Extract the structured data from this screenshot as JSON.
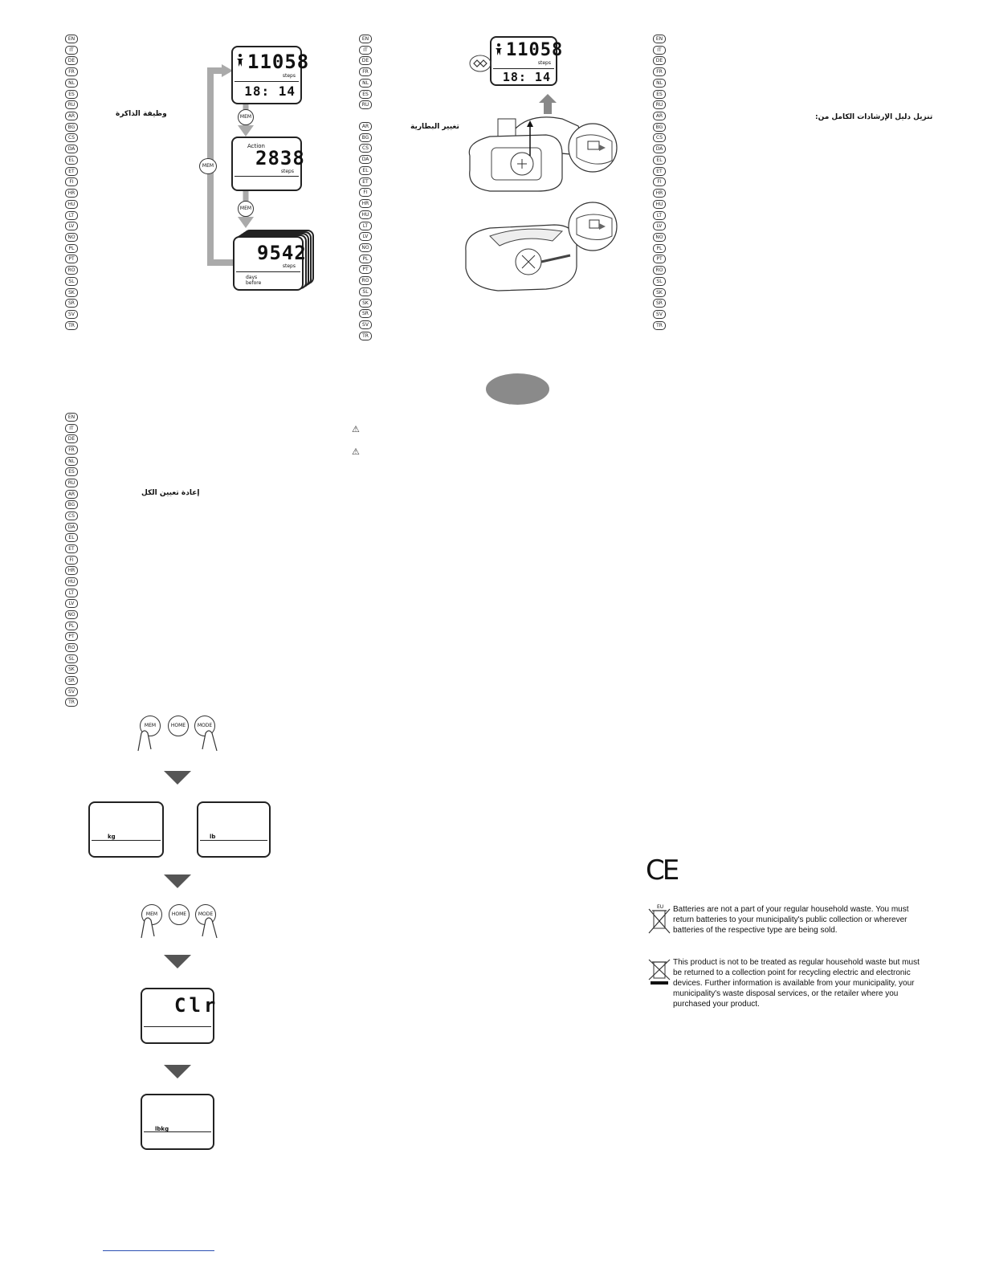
{
  "languages": [
    "EN",
    "IT",
    "DE",
    "FR",
    "NL",
    "ES",
    "RU",
    "AR",
    "BG",
    "CS",
    "DA",
    "EL",
    "ET",
    "FI",
    "HR",
    "HU",
    "LT",
    "LV",
    "NO",
    "PL",
    "PT",
    "RO",
    "SL",
    "SK",
    "SR",
    "SV",
    "TR"
  ],
  "headings": {
    "memory_ar": "وظيفة الذاكرة",
    "battery_ar": "تغيير البطارية",
    "download_ar": "تنزيل دليل الإرشادات الكامل من:",
    "reset_ar": "إعادة تعيين الكل"
  },
  "memory_diagram": {
    "screen1": {
      "value": "11058",
      "unit": "steps",
      "time": "18: 14"
    },
    "screen2": {
      "label": "Action",
      "value": "2838",
      "unit": "steps"
    },
    "screen3": {
      "value": "9542",
      "unit": "steps",
      "days_line1": "days",
      "days_line2": "before"
    },
    "button": "MEM"
  },
  "battery_diagram": {
    "screen": {
      "value": "11058",
      "unit": "steps",
      "time": "18: 14"
    }
  },
  "reset_diagram": {
    "buttons": [
      "MEM",
      "HOME",
      "MODE"
    ],
    "unit_kg": "kg",
    "unit_lb": "lb",
    "clear": "Clr",
    "final_unit": "lbkg"
  },
  "disposal": {
    "eu_label": "EU",
    "batteries_text": "Batteries are not a part of your regular household waste. You must return batteries to your municipality's public collection or wherever batteries of the respective type are being sold.",
    "product_text": "This product is not to be treated as regular household waste but must be returned to a collection point for recycling electric and electronic devices. Further information is available from your municipality, your municipality's waste disposal services, or the retailer where you purchased your product."
  },
  "ce_mark": "CE",
  "colors": {
    "oval": "#8a8a8a",
    "arrow": "#aaaaaa",
    "link": "#2b4fb3"
  }
}
